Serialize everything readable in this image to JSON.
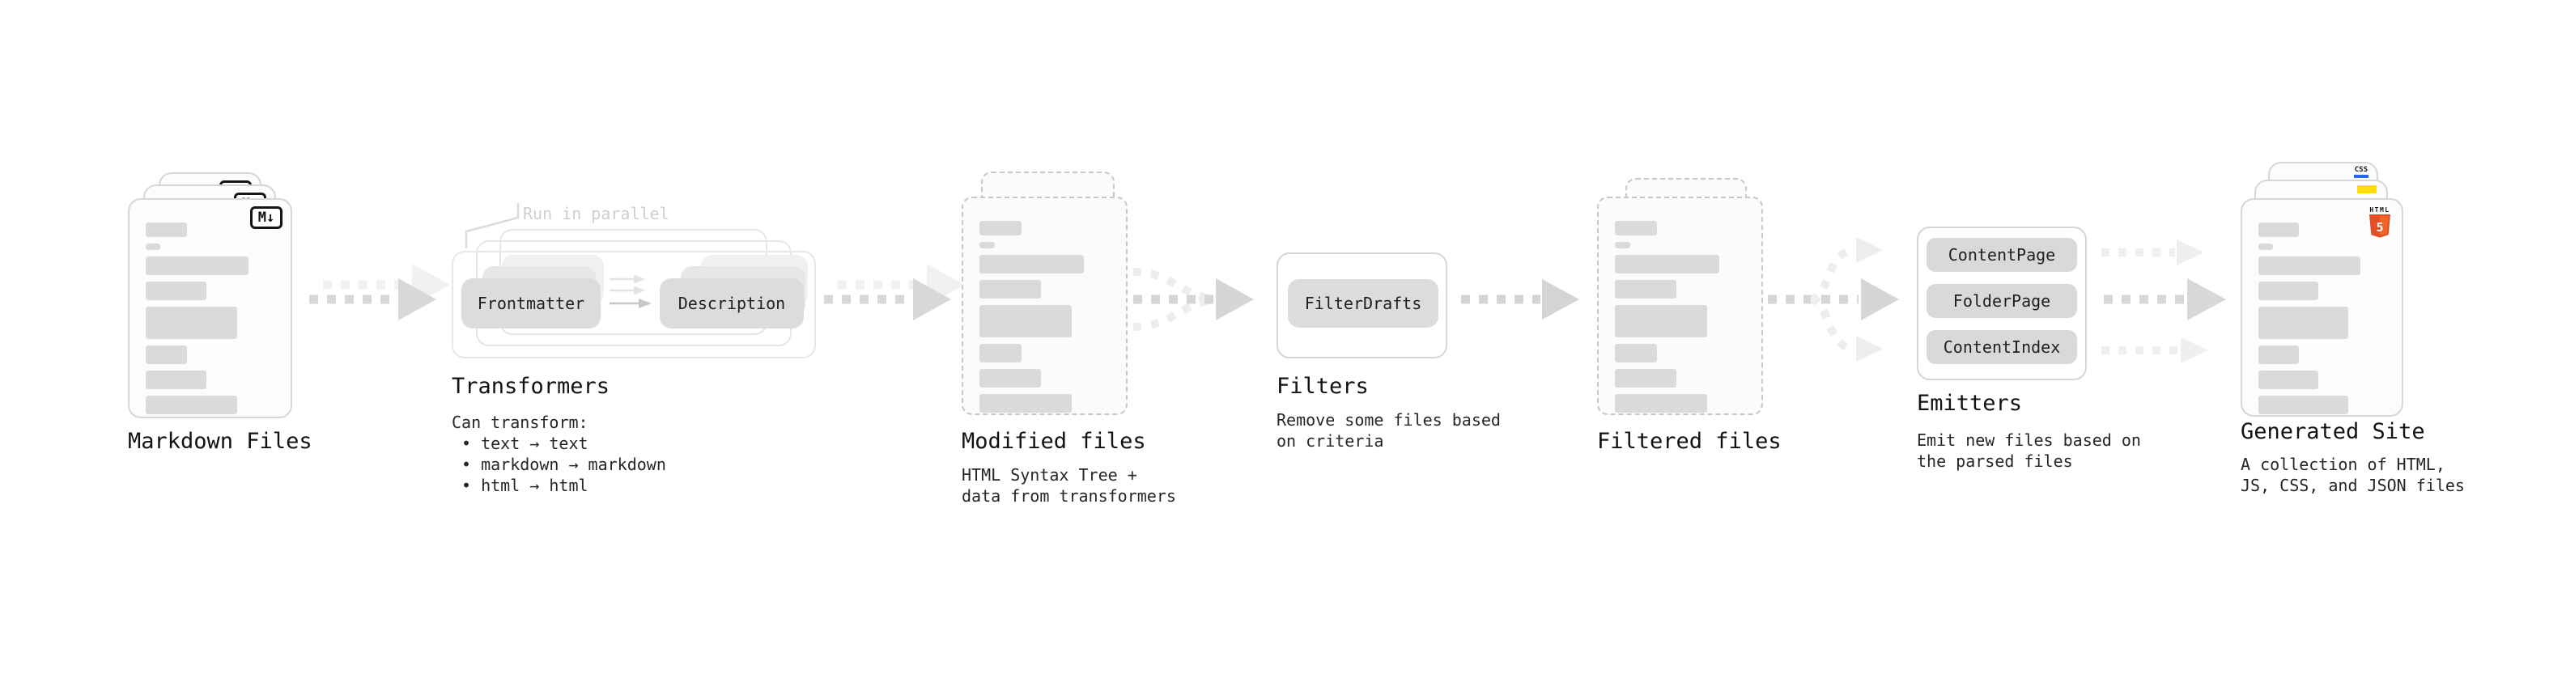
{
  "markdown_files": {
    "title": "Markdown Files",
    "badge": "M↓"
  },
  "transformers": {
    "annotation": "Run in parallel",
    "pill_left": "Frontmatter",
    "pill_right": "Description",
    "title": "Transformers",
    "caption_heading": "Can transform:",
    "bullet_1": "• text → text",
    "bullet_2": "• markdown → markdown",
    "bullet_3": "• html → html"
  },
  "modified_files": {
    "title": "Modified files",
    "caption_line_1": "HTML Syntax Tree +",
    "caption_line_2": "data from transformers"
  },
  "filters": {
    "pill": "FilterDrafts",
    "title": "Filters",
    "caption_line_1": "Remove some files based",
    "caption_line_2": "on criteria"
  },
  "filtered_files": {
    "title": "Filtered files"
  },
  "emitters": {
    "pill_1": "ContentPage",
    "pill_2": "FolderPage",
    "pill_3": "ContentIndex",
    "title": "Emitters",
    "caption_line_1": "Emit new files based on",
    "caption_line_2": "the parsed files"
  },
  "generated_site": {
    "title": "Generated Site",
    "caption_line_1": "A collection of HTML,",
    "caption_line_2": "JS, CSS, and JSON files",
    "badge_css": "CSS",
    "badge_html_label": "HTML",
    "badge_html_number": "5"
  },
  "colors": {
    "html5_orange": "#e44d26",
    "js_yellow": "#ffdd00",
    "css_blue": "#2965f1",
    "bar_gray": "#dadada",
    "arrow_gray": "#d8d8d8",
    "arrow_light": "#f0f0f0"
  }
}
